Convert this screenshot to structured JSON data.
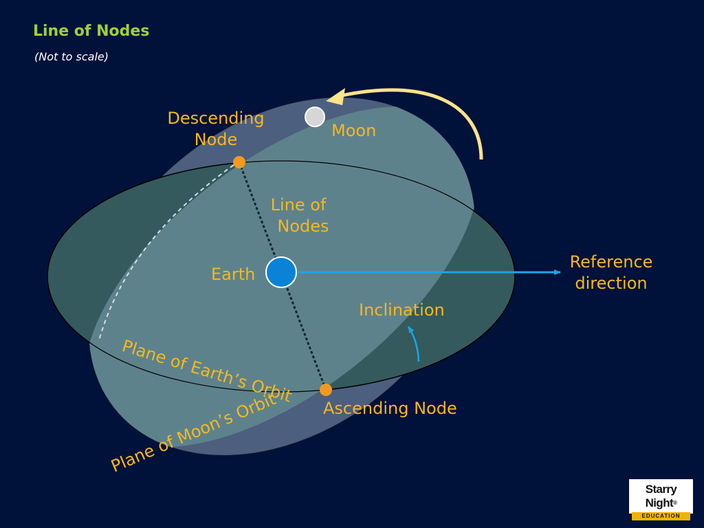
{
  "title": "Line of Nodes",
  "subtitle": "(Not to scale)",
  "labels": {
    "descending_node_line1": "Descending",
    "descending_node_line2": "Node",
    "moon": "Moon",
    "line_of_nodes_line1": "Line of",
    "line_of_nodes_line2": "Nodes",
    "earth": "Earth",
    "reference_direction_line1": "Reference",
    "reference_direction_line2": "direction",
    "inclination": "Inclination",
    "plane_earth_orbit": "Plane of Earth’s Orbit",
    "ascending_node": "Ascending Node",
    "plane_moon_orbit": "Plane of Moon’s Orbit"
  },
  "logo": {
    "main": "Starry Night",
    "trademark": "®",
    "sub": "EDUCATION"
  },
  "colors": {
    "background": "#00113a",
    "earth_plane": "#345a5e",
    "moon_plane": "#4c5f7e",
    "overlap": "#5e828c",
    "label": "#f5b820",
    "title": "#9bd13b",
    "node": "#f39a1e",
    "earth": "#0a82d6",
    "arrow_blue": "#1aa6e4",
    "orbit_arrow": "#fde38a",
    "moon": "#d6d6d6"
  }
}
